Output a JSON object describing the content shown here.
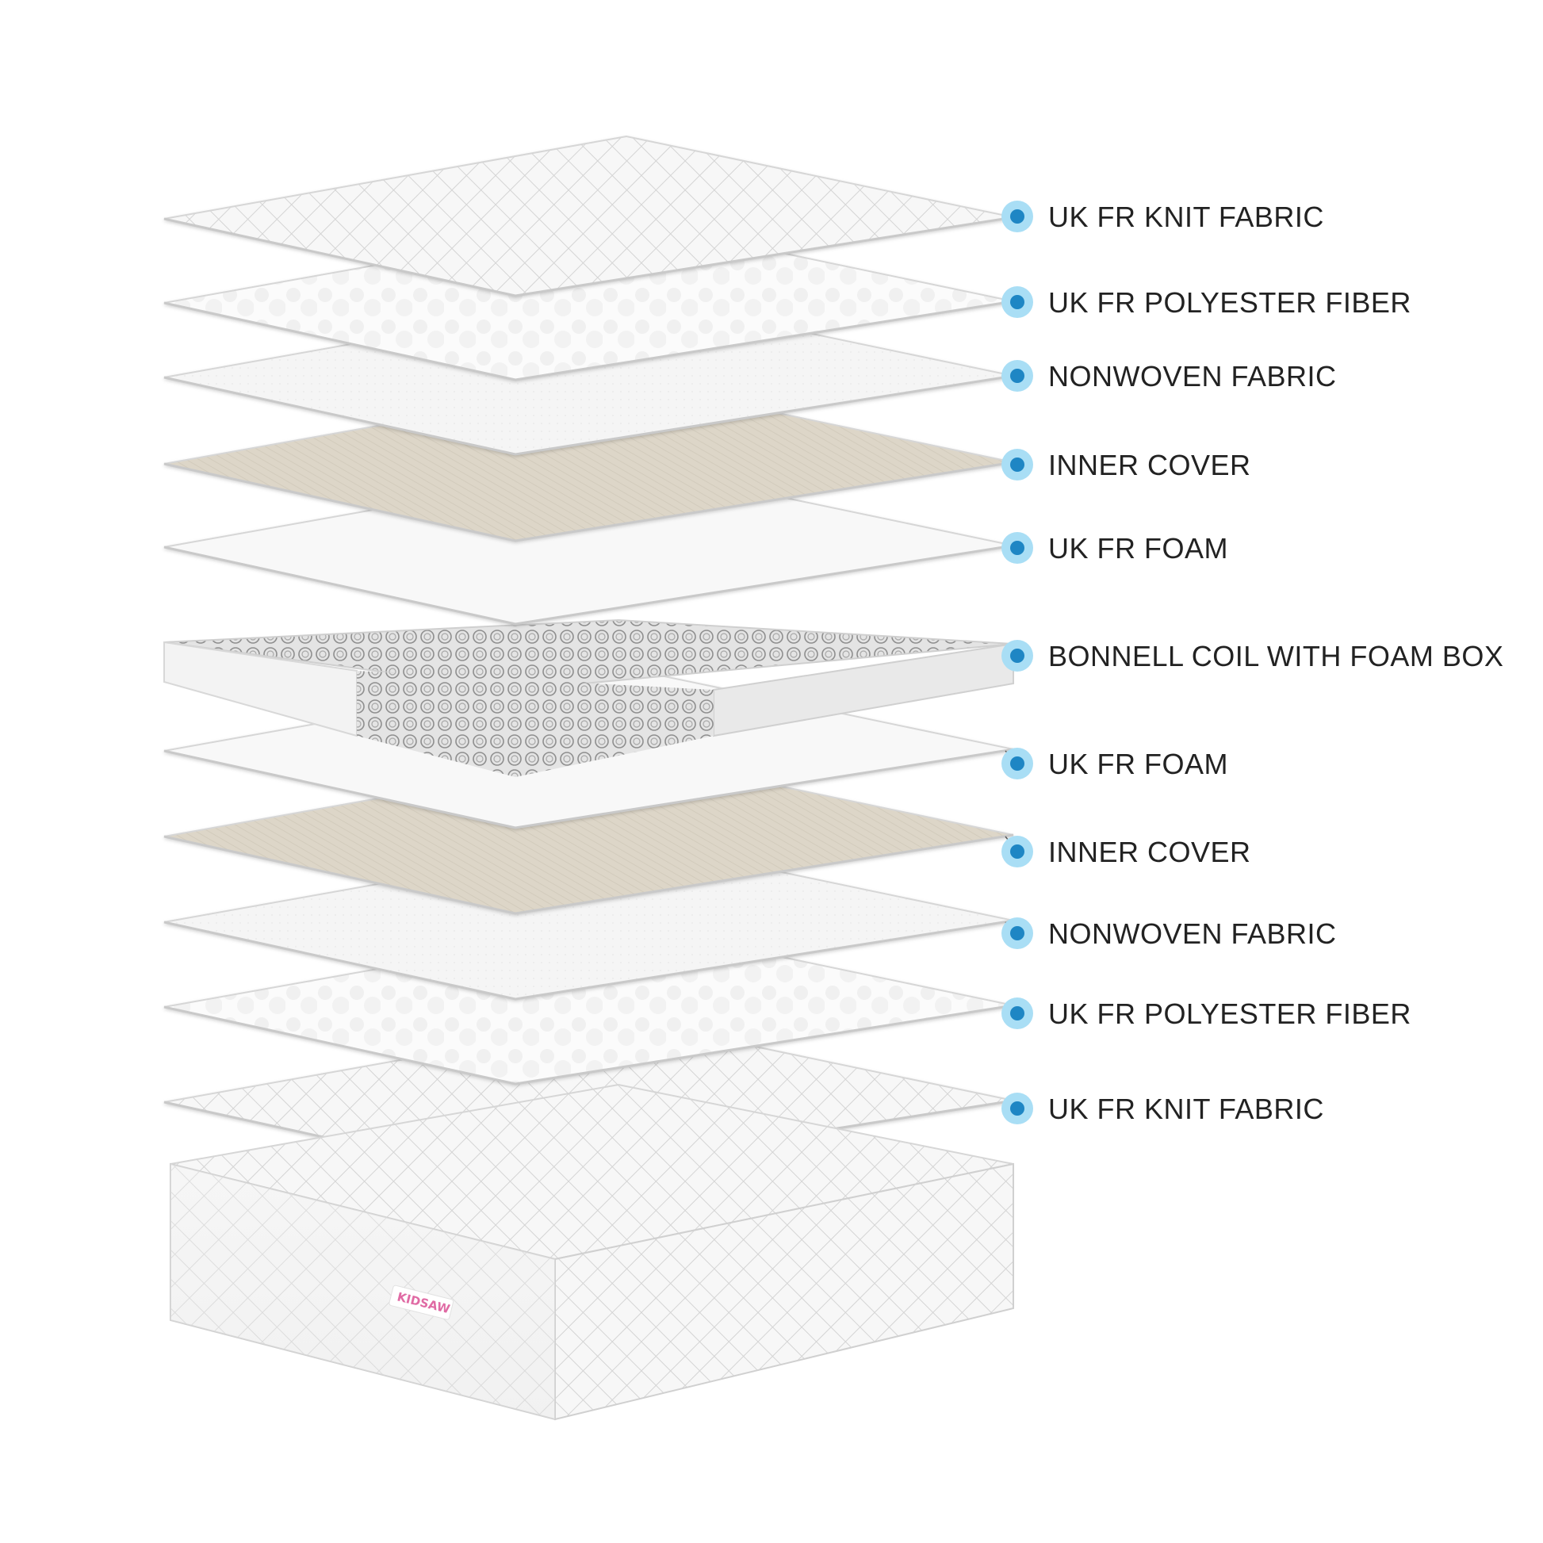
{
  "layers": [
    {
      "label": "UK FR KNIT FABRIC",
      "material": "knit"
    },
    {
      "label": "UK FR POLYESTER FIBER",
      "material": "fiber"
    },
    {
      "label": "NONWOVEN FABRIC",
      "material": "nonwoven"
    },
    {
      "label": "INNER COVER",
      "material": "inner"
    },
    {
      "label": "UK FR FOAM",
      "material": "foam"
    },
    {
      "label": "BONNELL COIL WITH FOAM BOX",
      "material": "coil"
    },
    {
      "label": "UK FR FOAM",
      "material": "foam"
    },
    {
      "label": "INNER COVER",
      "material": "inner"
    },
    {
      "label": "NONWOVEN FABRIC",
      "material": "nonwoven"
    },
    {
      "label": "UK FR POLYESTER FIBER",
      "material": "fiber"
    },
    {
      "label": "UK FR KNIT FABRIC",
      "material": "knit"
    }
  ],
  "brand": "KIDSAW",
  "colors": {
    "marker_core": "#1e86c4",
    "marker_halo": "#a9def5",
    "leader_line": "#555555",
    "label_text": "#222222",
    "inner_cover": "#ddd6c8",
    "knit": "#f6f6f6",
    "foam": "#f9f9f9"
  }
}
